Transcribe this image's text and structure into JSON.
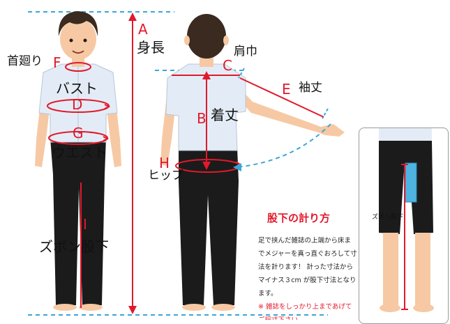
{
  "labels": {
    "A_letter": "A",
    "A_text": "身長",
    "B_letter": "B",
    "B_text": "着丈",
    "C_letter": "C",
    "C_text": "肩巾",
    "D_letter": "D",
    "E_letter": "E",
    "E_text": "袖丈",
    "F_letter": "F",
    "F_text": "首廻り",
    "G_letter": "G",
    "H_letter": "H",
    "H_text": "ヒップ",
    "I_letter": "I",
    "I_text": "ズボン股下",
    "bust_text": "バスト",
    "waist_text": "ウエスト"
  },
  "method": {
    "title": "股下の計り方",
    "body": "足で挟んだ雑誌の上端から床までメジャーを真っ直ぐおろして寸法を計ります！ 計った寸法からマイナス３cm が股下寸法となります。",
    "note": "※ 雑誌をしっかり上まであげてご採寸下さい。"
  },
  "photo": {
    "label": "ズボン股下"
  },
  "colors": {
    "accent": "#e1192b",
    "guide": "#3aa6d8",
    "shirt": "#e3ecf6",
    "pants": "#1b1b1b",
    "skin": "#f6c9a4",
    "hair": "#3a2a1f",
    "magazine": "#4fb3e2"
  }
}
